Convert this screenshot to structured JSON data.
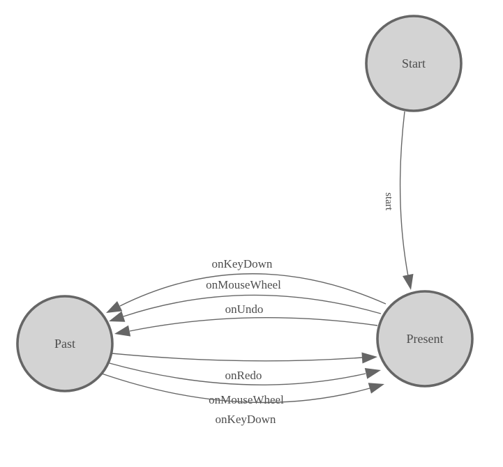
{
  "diagram": {
    "type": "state-machine",
    "background_color": "#ffffff",
    "colors": {
      "node_fill": "#d3d3d3",
      "node_stroke": "#666666",
      "edge_stroke": "#666666",
      "arrow_fill": "#666666",
      "label_text": "#4d4d4d"
    },
    "nodes": {
      "start": {
        "label": "Start"
      },
      "past": {
        "label": "Past"
      },
      "present": {
        "label": "Present"
      }
    },
    "edges": [
      {
        "from": "Start",
        "to": "Present",
        "label": "start"
      },
      {
        "from": "Present",
        "to": "Past",
        "label": "onKeyDown"
      },
      {
        "from": "Present",
        "to": "Past",
        "label": "onMouseWheel"
      },
      {
        "from": "Present",
        "to": "Past",
        "label": "onUndo"
      },
      {
        "from": "Past",
        "to": "Present",
        "label": "onRedo"
      },
      {
        "from": "Past",
        "to": "Present",
        "label": "onMouseWheel"
      },
      {
        "from": "Past",
        "to": "Present",
        "label": "onKeyDown"
      }
    ]
  }
}
